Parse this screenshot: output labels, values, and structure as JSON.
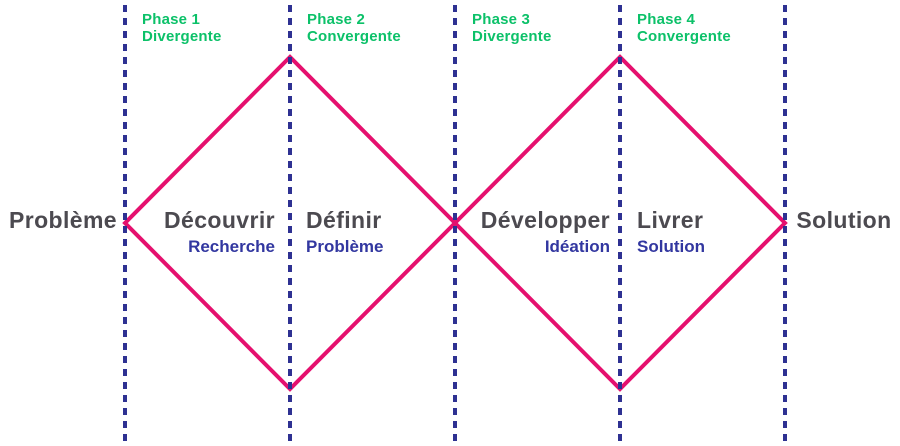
{
  "diagram": {
    "title_semantic": "double-diamond-design-process",
    "endpoints": {
      "left": "Problème",
      "right": "Solution"
    },
    "phases": [
      {
        "line1": "Phase 1",
        "line2": "Divergente"
      },
      {
        "line1": "Phase 2",
        "line2": "Convergente"
      },
      {
        "line1": "Phase 3",
        "line2": "Divergente"
      },
      {
        "line1": "Phase 4",
        "line2": "Convergente"
      }
    ],
    "stages": [
      {
        "title": "Découvrir",
        "subtitle": "Recherche"
      },
      {
        "title": "Définir",
        "subtitle": "Problème"
      },
      {
        "title": "Développer",
        "subtitle": "Idéation"
      },
      {
        "title": "Livrer",
        "subtitle": "Solution"
      }
    ]
  },
  "colors": {
    "diamond_stroke": "#e5106e",
    "divider_dash": "#2e3192",
    "phase_green": "#0cc169",
    "stage_title_gray": "#4c4a50",
    "stage_subtitle_blue": "#3237a0",
    "background": "#ffffff"
  }
}
